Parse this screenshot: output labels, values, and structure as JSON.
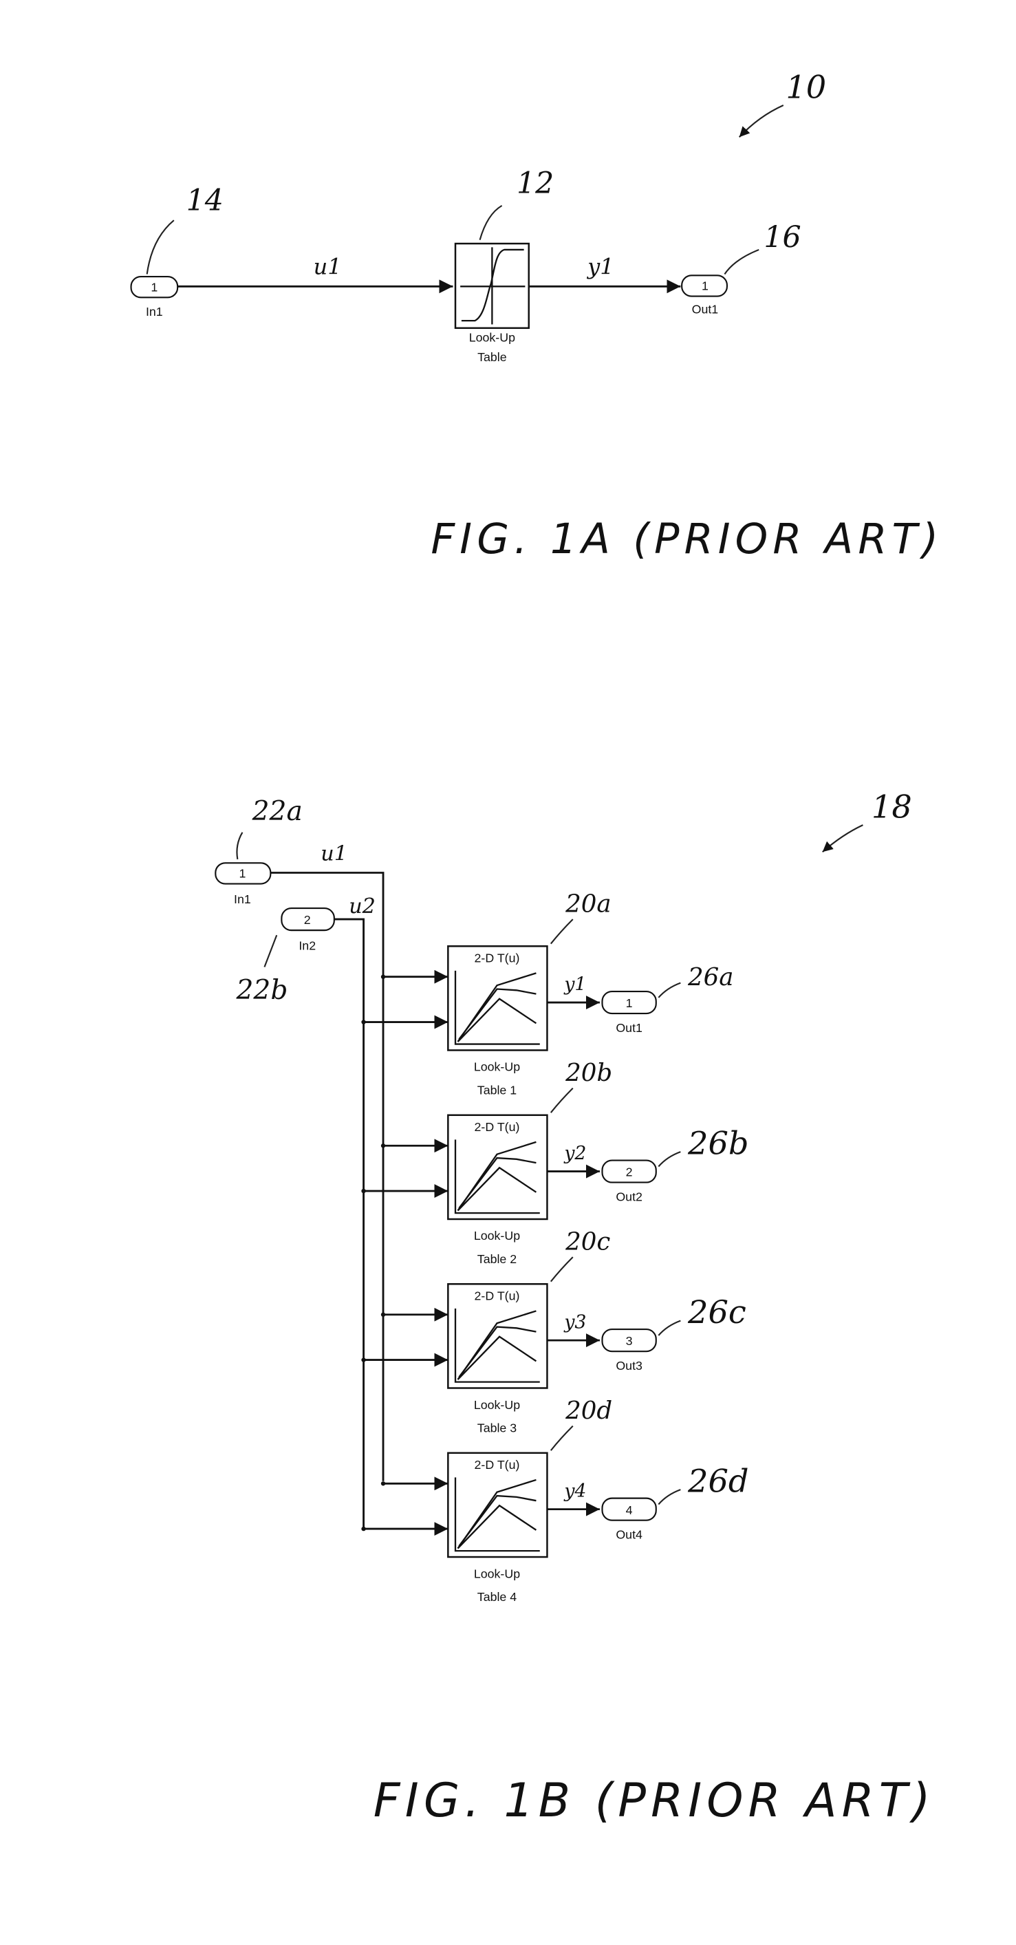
{
  "fig1a": {
    "ref_number": "10",
    "inport": {
      "number": "1",
      "name": "In1",
      "ref": "14"
    },
    "signal_in": "u1",
    "lookup": {
      "name_line1": "Look-Up",
      "name_line2": "Table",
      "ref": "12"
    },
    "signal_out": "y1",
    "outport": {
      "number": "1",
      "name": "Out1",
      "ref": "16"
    },
    "caption": "FIG. 1A (PRIOR ART)"
  },
  "fig1b": {
    "ref_number": "18",
    "inports": [
      {
        "number": "1",
        "name": "In1",
        "ref": "22a",
        "signal": "u1"
      },
      {
        "number": "2",
        "name": "In2",
        "ref": "22b",
        "signal": "u2"
      }
    ],
    "blocks": [
      {
        "title": "2-D T(u)",
        "name_line1": "Look-Up",
        "name_line2": "Table 1",
        "ref": "20a",
        "signal": "y1",
        "out_number": "1",
        "out_name": "Out1",
        "out_ref": "26a"
      },
      {
        "title": "2-D T(u)",
        "name_line1": "Look-Up",
        "name_line2": "Table 2",
        "ref": "20b",
        "signal": "y2",
        "out_number": "2",
        "out_name": "Out2",
        "out_ref": "26b"
      },
      {
        "title": "2-D T(u)",
        "name_line1": "Look-Up",
        "name_line2": "Table 3",
        "ref": "20c",
        "signal": "y3",
        "out_number": "3",
        "out_name": "Out3",
        "out_ref": "26c"
      },
      {
        "title": "2-D T(u)",
        "name_line1": "Look-Up",
        "name_line2": "Table 4",
        "ref": "20d",
        "signal": "y4",
        "out_number": "4",
        "out_name": "Out4",
        "out_ref": "26d"
      }
    ],
    "caption": "FIG. 1B (PRIOR ART)"
  }
}
